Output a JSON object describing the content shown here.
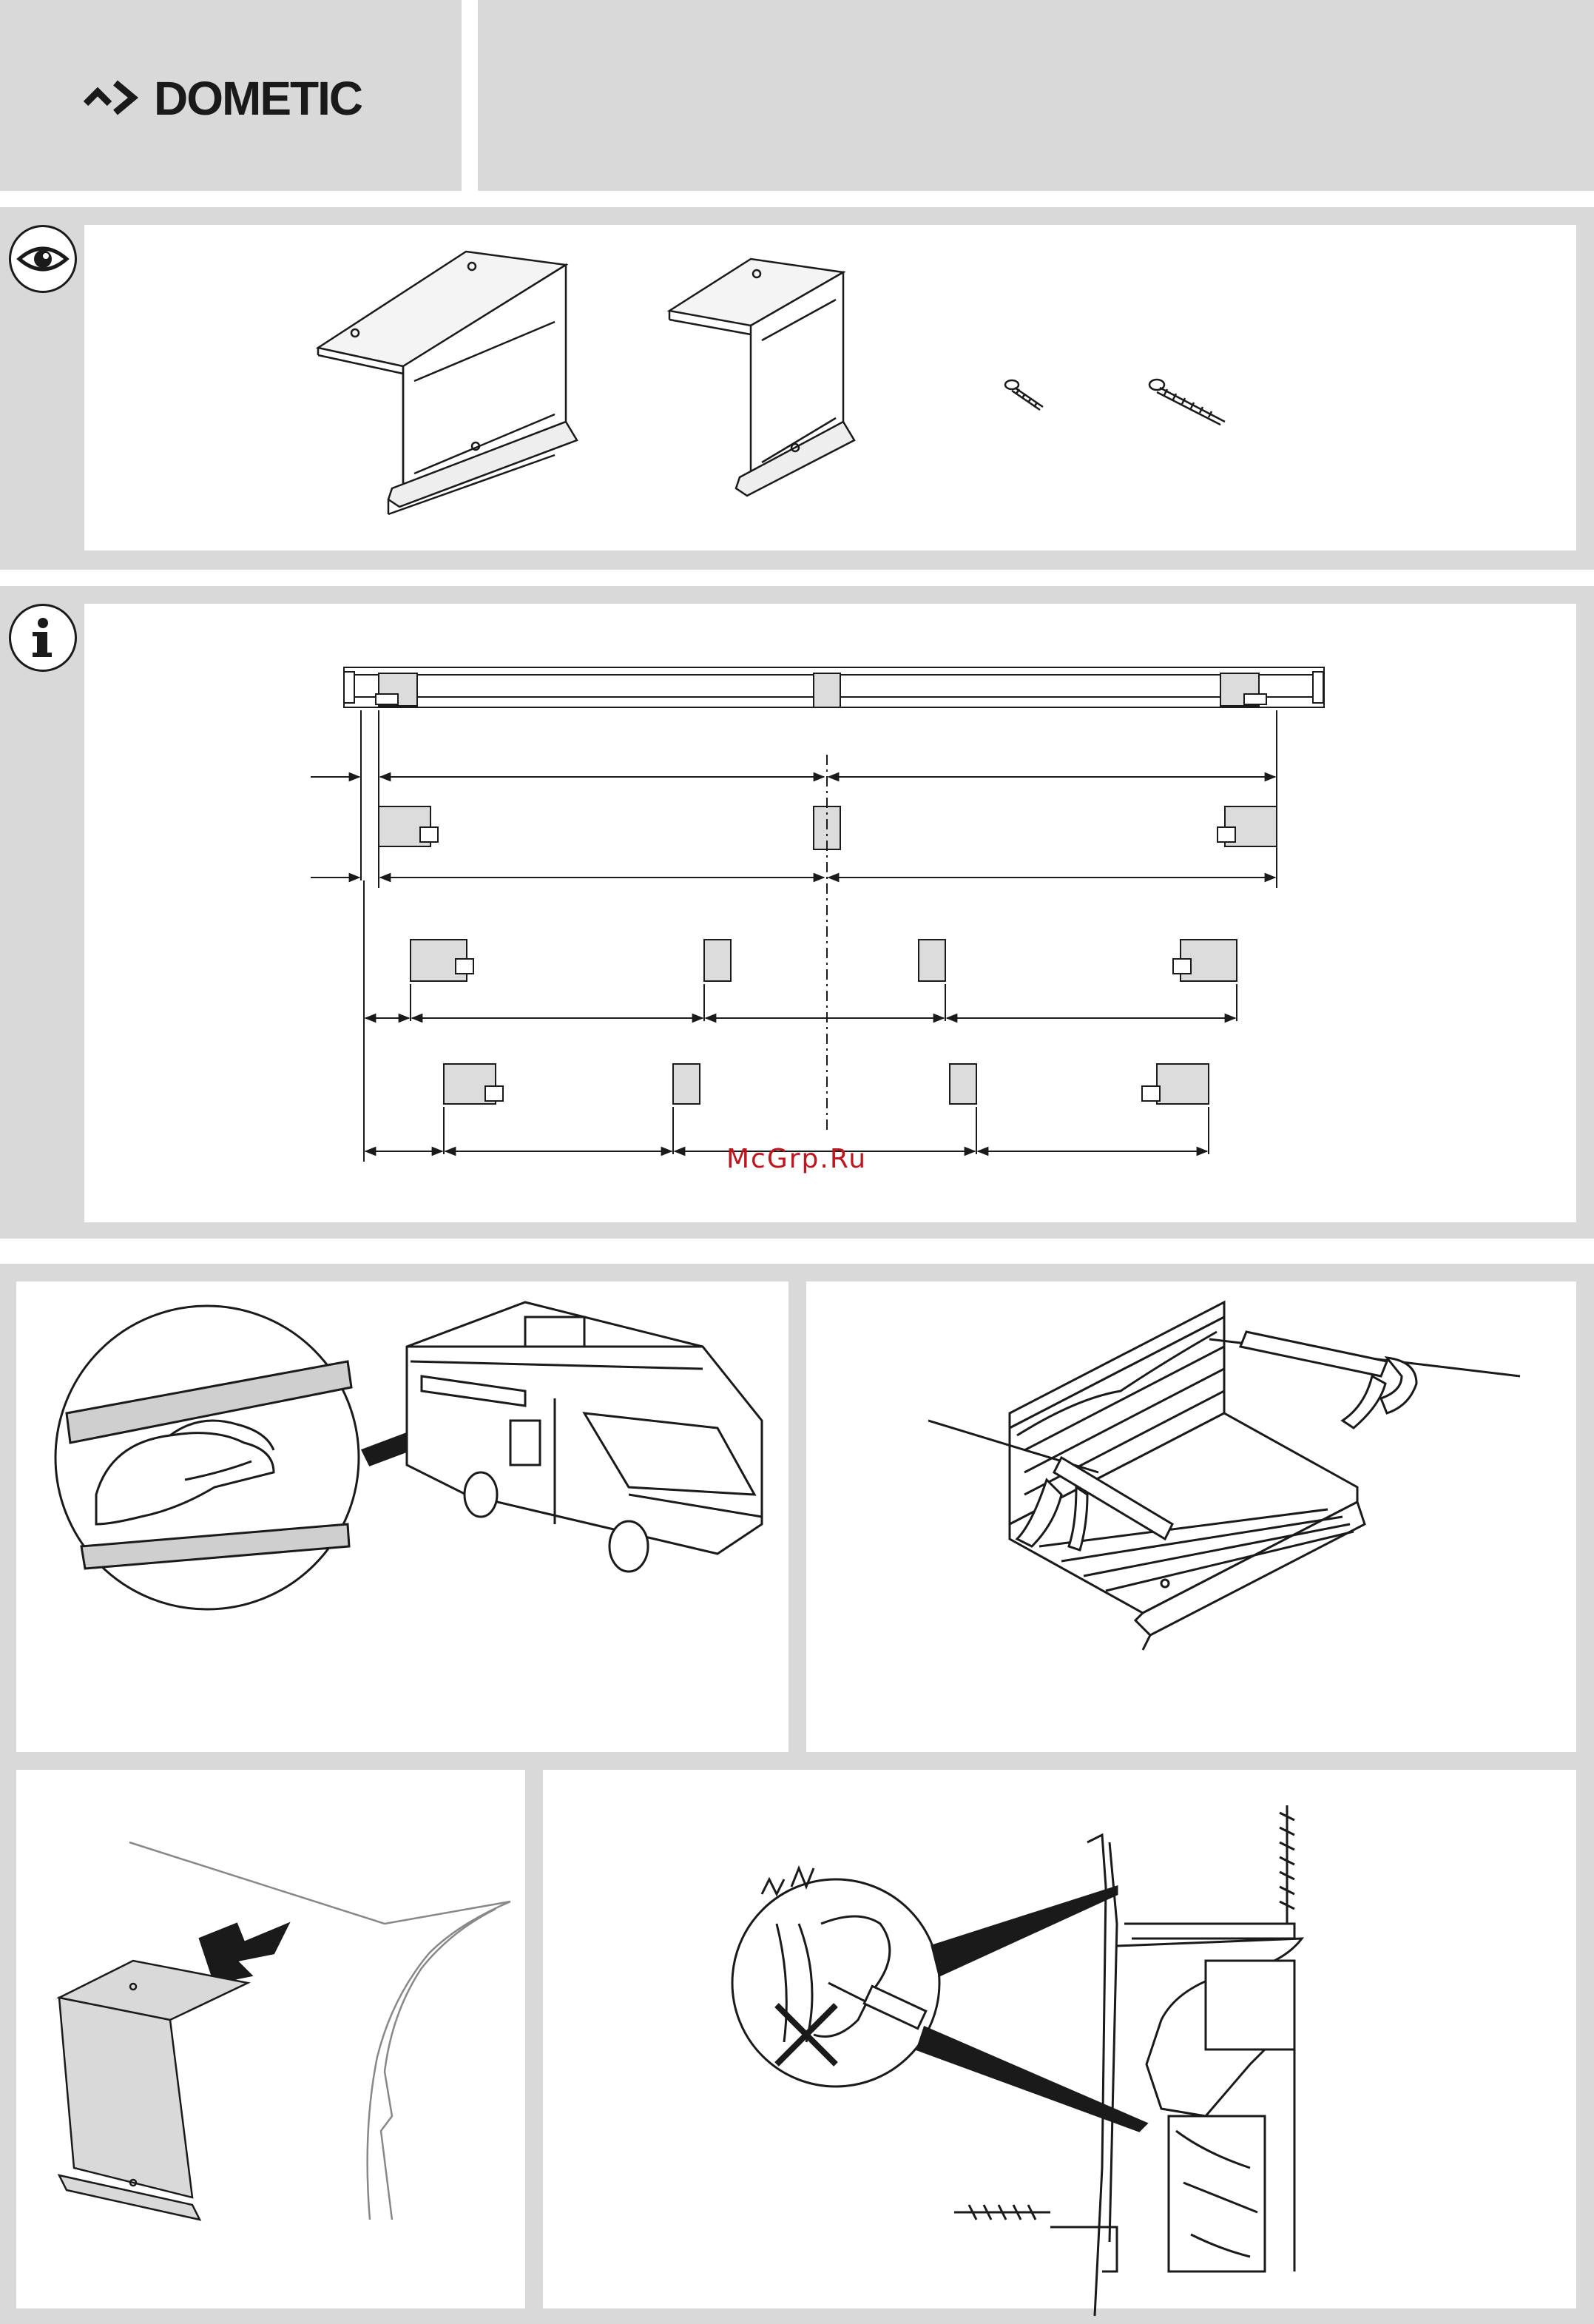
{
  "header": {
    "brand_name": "DOMETIC",
    "brand_mark": "dometic-chevron-logo"
  },
  "sections": {
    "parts": {
      "icon": "eye-icon"
    },
    "layout": {
      "icon": "info-icon"
    }
  },
  "watermark": "McGrp.Ru",
  "colors": {
    "panel_grey": "#d9d9d9",
    "line": "#1a1a1a",
    "watermark_red": "#c0141e"
  }
}
